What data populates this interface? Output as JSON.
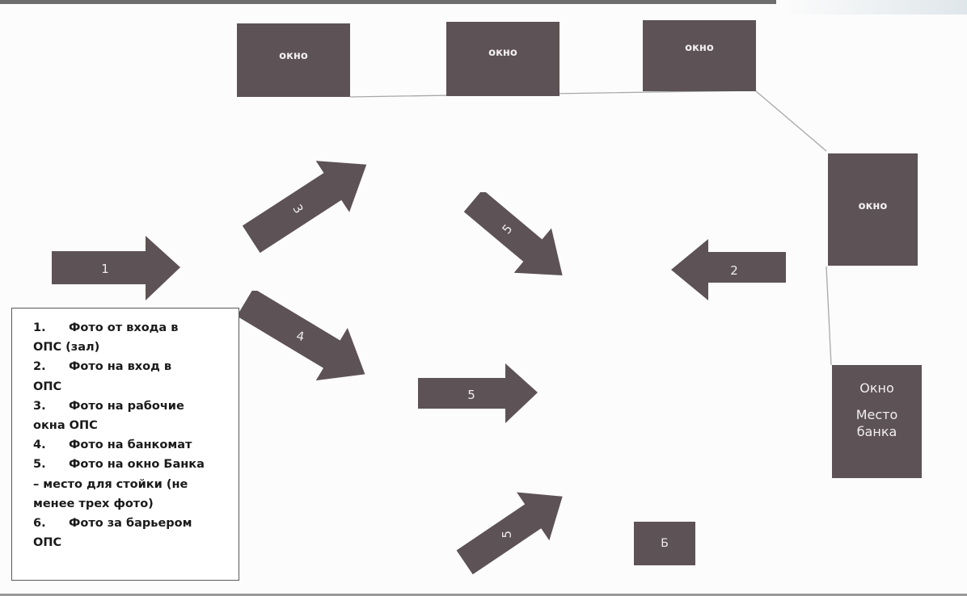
{
  "windows": {
    "top1": "окно",
    "top2": "окно",
    "top3": "окно",
    "right": "окно",
    "bank_title": "Окно",
    "bank_line1": "Место",
    "bank_line2": "банка"
  },
  "b_box": "Б",
  "arrows": {
    "a1": "1",
    "a2": "2",
    "a3": "3",
    "a4": "4",
    "a5_top": "5",
    "a5_mid": "5",
    "a5_bottom": "5"
  },
  "legend": {
    "items": [
      {
        "num": "1.",
        "first": "Фото от входа в",
        "rest": "ОПС (зал)"
      },
      {
        "num": "2.",
        "first": "Фото на вход в",
        "rest": "ОПС"
      },
      {
        "num": "3.",
        "first": "Фото на рабочие",
        "rest": "окна ОПС"
      },
      {
        "num": "4.",
        "first": "Фото на банкомат",
        "rest": ""
      },
      {
        "num": "5.",
        "first": "Фото на окно Банка",
        "rest": "– место для стойки (не",
        "rest2": "менее трех фото)"
      },
      {
        "num": "6.",
        "first": "Фото за барьером",
        "rest": "ОПС"
      }
    ]
  },
  "colors": {
    "shape": "#5d5255",
    "shape_text": "#f2eef0",
    "wall_line": "#a8a8a8"
  }
}
